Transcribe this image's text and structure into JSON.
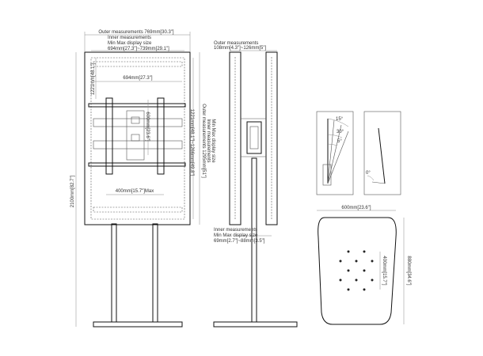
{
  "front_view": {
    "outer_measurements": "Outer measurements 769mm[30.3\"]",
    "inner_measurements": "Inner measurements",
    "min_max_display": "Min Max display size",
    "display_range": "694mm[27.3\"]~739mm[29.1\"]",
    "inner_width": "694mm[27.3\"]",
    "inner_top": "1221mm[48.1\"]",
    "vesa_height": "600mm[23.6\"]",
    "vesa_width": "400mm[15.7\"]Max",
    "total_height": "2100mm[82.7\"]",
    "right_inner": "1221mm[48.1\"]~1266mm[49.8\"]",
    "right_outer_a": "Outer measurements 1295mm[51\"]",
    "right_outer_b": "Inner measurements",
    "right_outer_c": "Min Max display size"
  },
  "side_view": {
    "outer_measurements": "Outer measurements",
    "outer_range": "108mm[4.3\"]~126mm[5\"]",
    "inner_measurements": "Inner measurements",
    "min_max_display": "Min Max display size",
    "inner_range": "69mm[2.7\"]~88mm[3.5\"]"
  },
  "tilt_detail": {
    "angle_15": "15°",
    "angle_30": "30°",
    "angle_5": "5°",
    "angle_0": "0°"
  },
  "base_plate": {
    "width": "600mm[23.6\"]",
    "depth": "880mm[34.6\"]",
    "hole_spacing": "400mm[15.7\"]"
  }
}
